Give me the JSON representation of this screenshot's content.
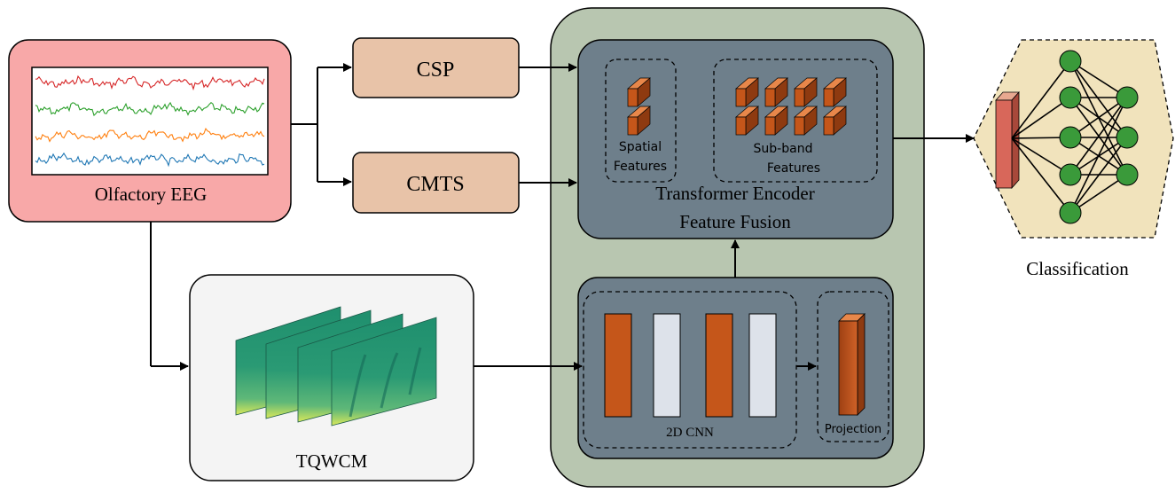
{
  "eeg": {
    "label": "Olfactory EEG",
    "trace_colors": [
      "#d62728",
      "#2ca02c",
      "#ff7f0e",
      "#1f77b4"
    ]
  },
  "csp": {
    "label": "CSP"
  },
  "cmts": {
    "label": "CMTS"
  },
  "tqwcm": {
    "label": "TQWCM"
  },
  "transformer": {
    "title_line1": "Transformer Encoder",
    "title_line2": "Feature Fusion",
    "spatial_line1": "Spatial",
    "spatial_line2": "Features",
    "subband_line1": "Sub-band",
    "subband_line2": "Features"
  },
  "cnn": {
    "label": "2D CNN",
    "projection_label": "Projection"
  },
  "classification": {
    "label": "Classification"
  },
  "colors": {
    "eeg_bg": "#f8a8a8",
    "block_fill": "#e8c3a8",
    "outer_panel": "#b8c6b0",
    "encoder_panel": "#6e7f8b",
    "orange_block": "#c5561a",
    "light_block": "#dde2ea",
    "hexagon": "#f1e3bc",
    "node": "#3a9a3a"
  }
}
